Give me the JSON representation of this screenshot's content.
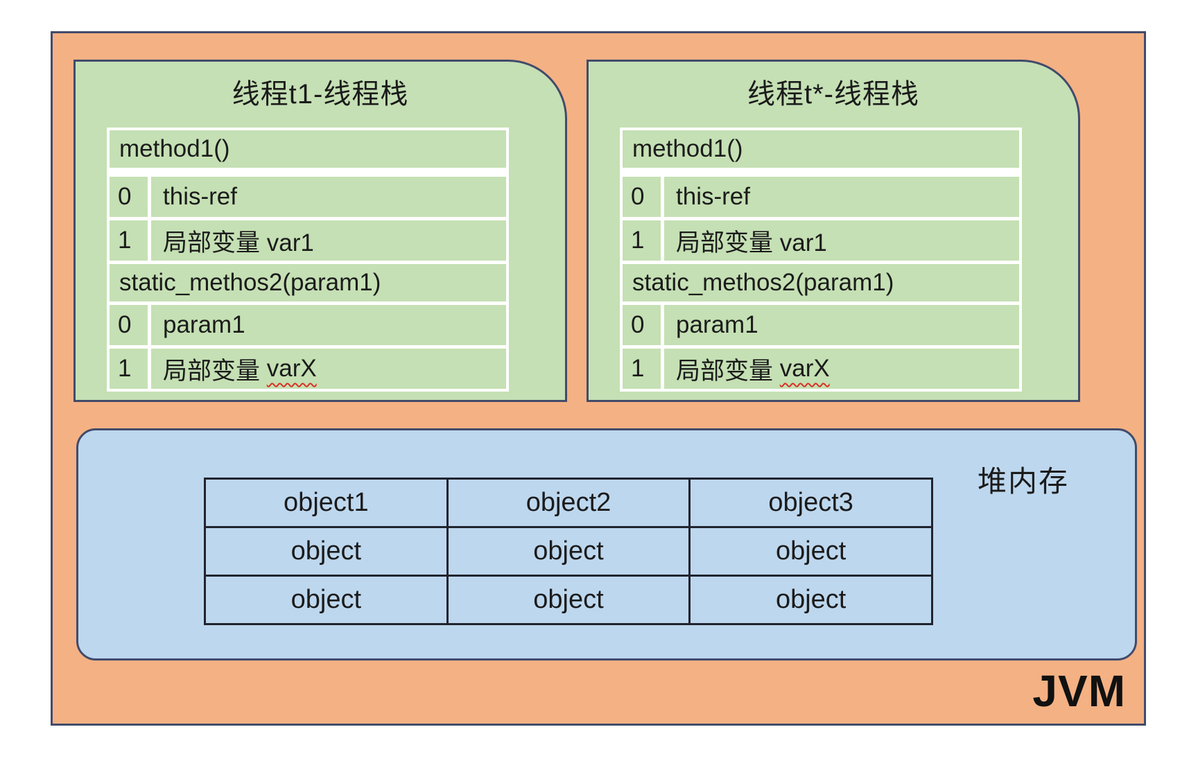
{
  "jvm": {
    "label": "JVM"
  },
  "colors": {
    "container_bg": "#F4B183",
    "stack_bg": "#C5E0B4",
    "heap_bg": "#BDD7EE",
    "outline": "#414B6B",
    "table_line": "#FFFFFF",
    "heap_line": "#20242E",
    "squiggle": "#D93025"
  },
  "stacks": [
    {
      "title": "线程t1-线程栈",
      "frames": [
        {
          "kind": "method",
          "label": "method1()"
        },
        {
          "kind": "slot",
          "index": "0",
          "label": "this-ref"
        },
        {
          "kind": "slot",
          "index": "1",
          "label": "局部变量 var1"
        },
        {
          "kind": "method",
          "label": "static_methos2(param1)"
        },
        {
          "kind": "slot",
          "index": "0",
          "label": "param1"
        },
        {
          "kind": "slot",
          "index": "1",
          "label": "局部变量 ",
          "misspelled": "varX"
        }
      ]
    },
    {
      "title": "线程t*-线程栈",
      "frames": [
        {
          "kind": "method",
          "label": "method1()"
        },
        {
          "kind": "slot",
          "index": "0",
          "label": "this-ref"
        },
        {
          "kind": "slot",
          "index": "1",
          "label": "局部变量 var1"
        },
        {
          "kind": "method",
          "label": "static_methos2(param1)"
        },
        {
          "kind": "slot",
          "index": "0",
          "label": "param1"
        },
        {
          "kind": "slot",
          "index": "1",
          "label": "局部变量 ",
          "misspelled": "varX"
        }
      ]
    }
  ],
  "heap": {
    "title": "堆内存",
    "rows": [
      [
        "object1",
        "object2",
        "object3"
      ],
      [
        "object",
        "object",
        "object"
      ],
      [
        "object",
        "object",
        "object"
      ]
    ]
  }
}
